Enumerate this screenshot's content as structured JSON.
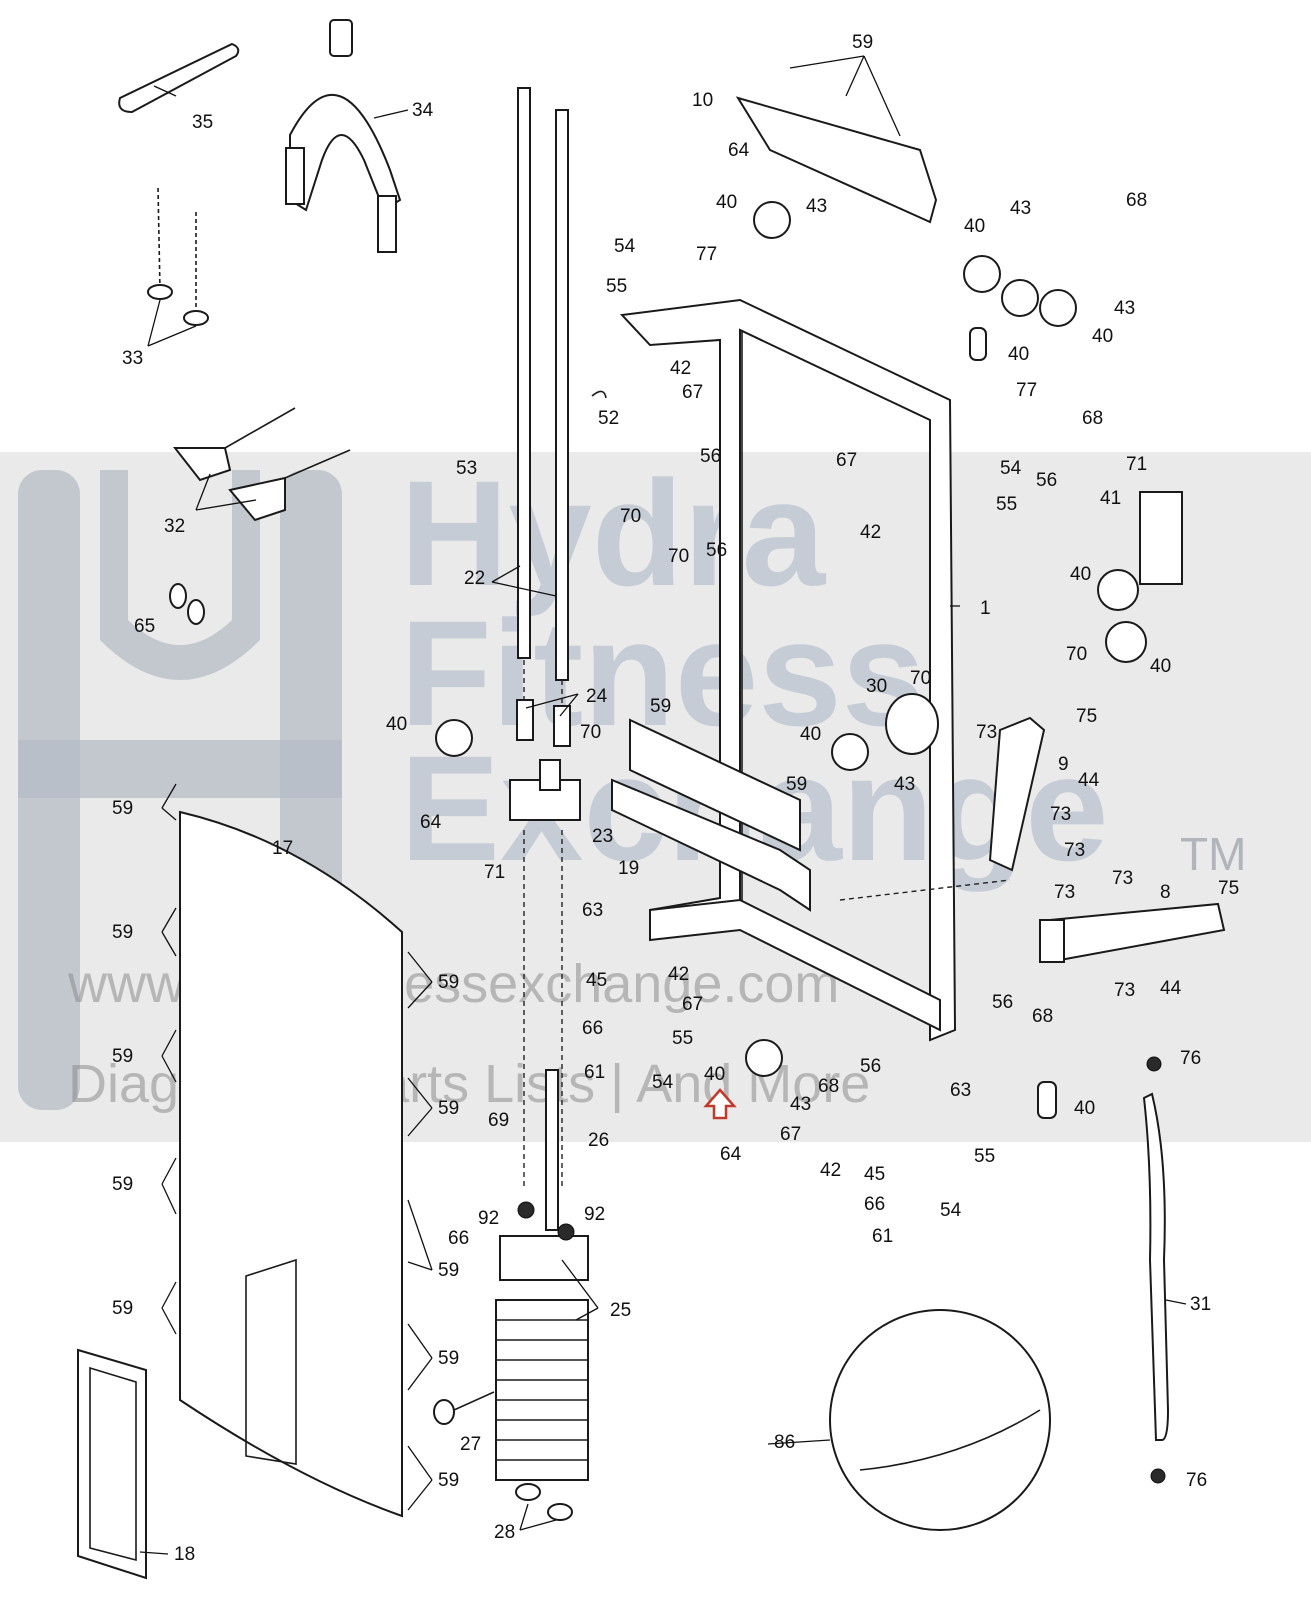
{
  "diagram": {
    "callouts": {
      "c1": "1",
      "c8": "8",
      "c9": "9",
      "c10": "10",
      "c17": "17",
      "c18": "18",
      "c19": "19",
      "c22": "22",
      "c23": "23",
      "c24": "24",
      "c25": "25",
      "c26": "26",
      "c27": "27",
      "c28": "28",
      "c30": "30",
      "c31": "31",
      "c32": "32",
      "c33": "33",
      "c34": "34",
      "c35": "35",
      "c40": "40",
      "c41": "41",
      "c42": "42",
      "c43": "43",
      "c44": "44",
      "c45": "45",
      "c52": "52",
      "c53": "53",
      "c54": "54",
      "c55": "55",
      "c56": "56",
      "c59": "59",
      "c61": "61",
      "c63": "63",
      "c64": "64",
      "c65": "65",
      "c66": "66",
      "c67": "67",
      "c68": "68",
      "c69": "69",
      "c70": "70",
      "c71": "71",
      "c73": "73",
      "c75": "75",
      "c76": "76",
      "c77": "77",
      "c86": "86",
      "c92": "92"
    },
    "highlight": {
      "color": "#c0392b",
      "target_part": "40"
    }
  },
  "watermark": {
    "brand_line_1": "Hydra",
    "brand_line_2": "Fitness",
    "brand_line_3": "Exchange",
    "trademark": "TM",
    "website": "www.hydrafitnessexchange.com",
    "tagline": "Diagrams | Parts Lists | And More",
    "band_color": "#d9d9d9",
    "logo_color": "#b6bcc6"
  }
}
